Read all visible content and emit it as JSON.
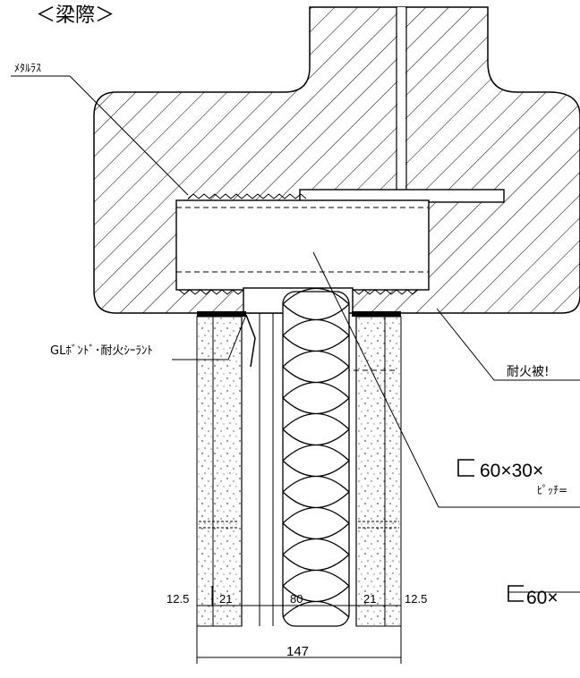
{
  "title": "＜梁際＞",
  "labels": {
    "metal_lath": "ﾒﾀﾙﾗｽ",
    "gl_bond": "GLﾎﾞﾝﾄﾞ･耐火ｼｰﾗﾝﾄ",
    "fireproof": "耐火被!",
    "stud_main": "60×30×",
    "pitch": "ﾋﾟｯﾁ=",
    "stud_second": "60×"
  },
  "dimensions": {
    "d1": "12.5",
    "d2": "21",
    "d3": "80",
    "d4": "21",
    "d5": "12.5",
    "total": "147"
  }
}
